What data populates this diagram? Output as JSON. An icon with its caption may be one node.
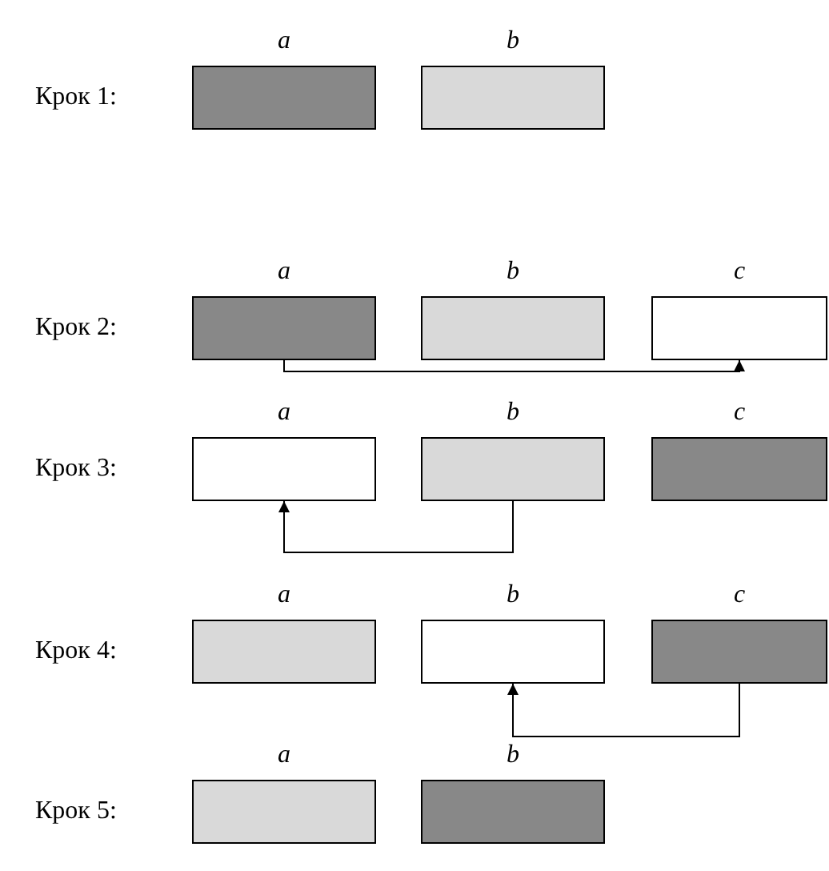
{
  "diagram": {
    "nodes": [
      {
        "text": [
          "a"
        ]
      },
      {
        "text": [
          "b"
        ]
      },
      {
        "text": [
          "a"
        ]
      },
      {
        "text": [
          "b"
        ]
      },
      {
        "text": [
          "c"
        ]
      },
      {
        "text": [
          "a"
        ]
      },
      {
        "text": [
          "b"
        ]
      },
      {
        "text": [
          "c"
        ]
      },
      {
        "text": [
          "a"
        ]
      },
      {
        "text": [
          "b"
        ]
      },
      {
        "text": [
          "c"
        ]
      },
      {
        "text": [
          "a"
        ]
      },
      {
        "text": [
          "b"
        ]
      }
    ],
    "edges": [
      {
        "from": 2,
        "to": 4,
        "arrow": "to"
      },
      {
        "from": 6,
        "to": 5,
        "arrow": "to"
      },
      {
        "from": 10,
        "to": 9,
        "arrow": "to"
      }
    ],
    "labels": [
      "Крок 1:",
      "Крок 2:",
      "Крок 3:",
      "Крок 4:",
      "Крок 5:"
    ]
  }
}
